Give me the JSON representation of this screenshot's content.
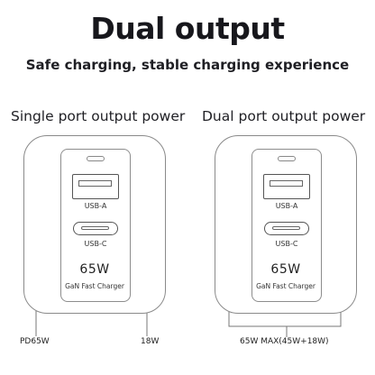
{
  "header": {
    "title": "Dual output",
    "subtitle": "Safe charging, stable charging experience"
  },
  "panels": [
    {
      "heading": "Single port output power",
      "ports": {
        "usb_a": "USB-A",
        "usb_c": "USB-C"
      },
      "wattage": "65W",
      "brand_line": "GaN Fast Charger",
      "callouts": {
        "usb_c": "PD65W",
        "usb_a": "18W"
      }
    },
    {
      "heading": "Dual port output power",
      "ports": {
        "usb_a": "USB-A",
        "usb_c": "USB-C"
      },
      "wattage": "65W",
      "brand_line": "GaN Fast Charger",
      "callouts": {
        "combined": "65W MAX(45W+18W)"
      }
    }
  ],
  "colors": {
    "line": "#888888",
    "text": "#1b1b1f",
    "background": "#ffffff"
  }
}
